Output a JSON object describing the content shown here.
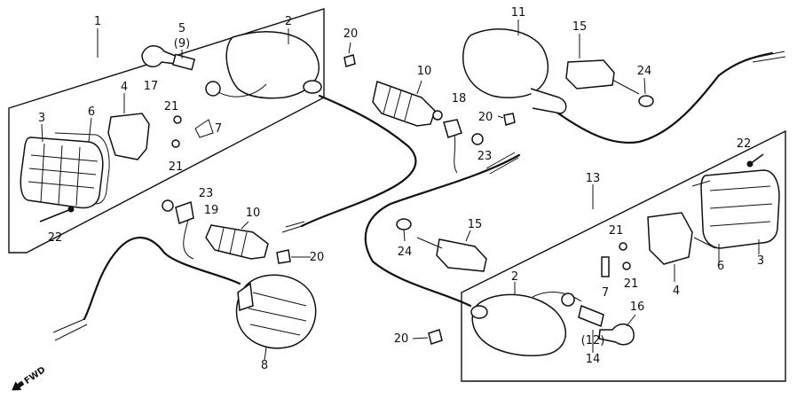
{
  "labels": {
    "p1": "1",
    "p2a": "2",
    "p2b": "2",
    "p3a": "3",
    "p3b": "3",
    "p4a": "4",
    "p4b": "4",
    "p5": "5",
    "p6a": "6",
    "p6b": "6",
    "p7a": "7",
    "p7b": "7",
    "p8": "8",
    "p9": "(9)",
    "p10a": "10",
    "p10b": "10",
    "p11": "11",
    "p12": "(12)",
    "p13": "13",
    "p14": "14",
    "p15a": "15",
    "p15b": "15",
    "p16": "16",
    "p17": "17",
    "p18": "18",
    "p19": "19",
    "p20a": "20",
    "p20b": "20",
    "p20c": "20",
    "p20d": "20",
    "p21a": "21",
    "p21b": "21",
    "p21c": "21",
    "p21d": "21",
    "p22a": "22",
    "p22b": "22",
    "p23a": "23",
    "p23b": "23",
    "p24a": "24",
    "p24b": "24"
  },
  "fwd_label": "FWD",
  "icons": {
    "fwd": "fwd-arrow-icon"
  }
}
